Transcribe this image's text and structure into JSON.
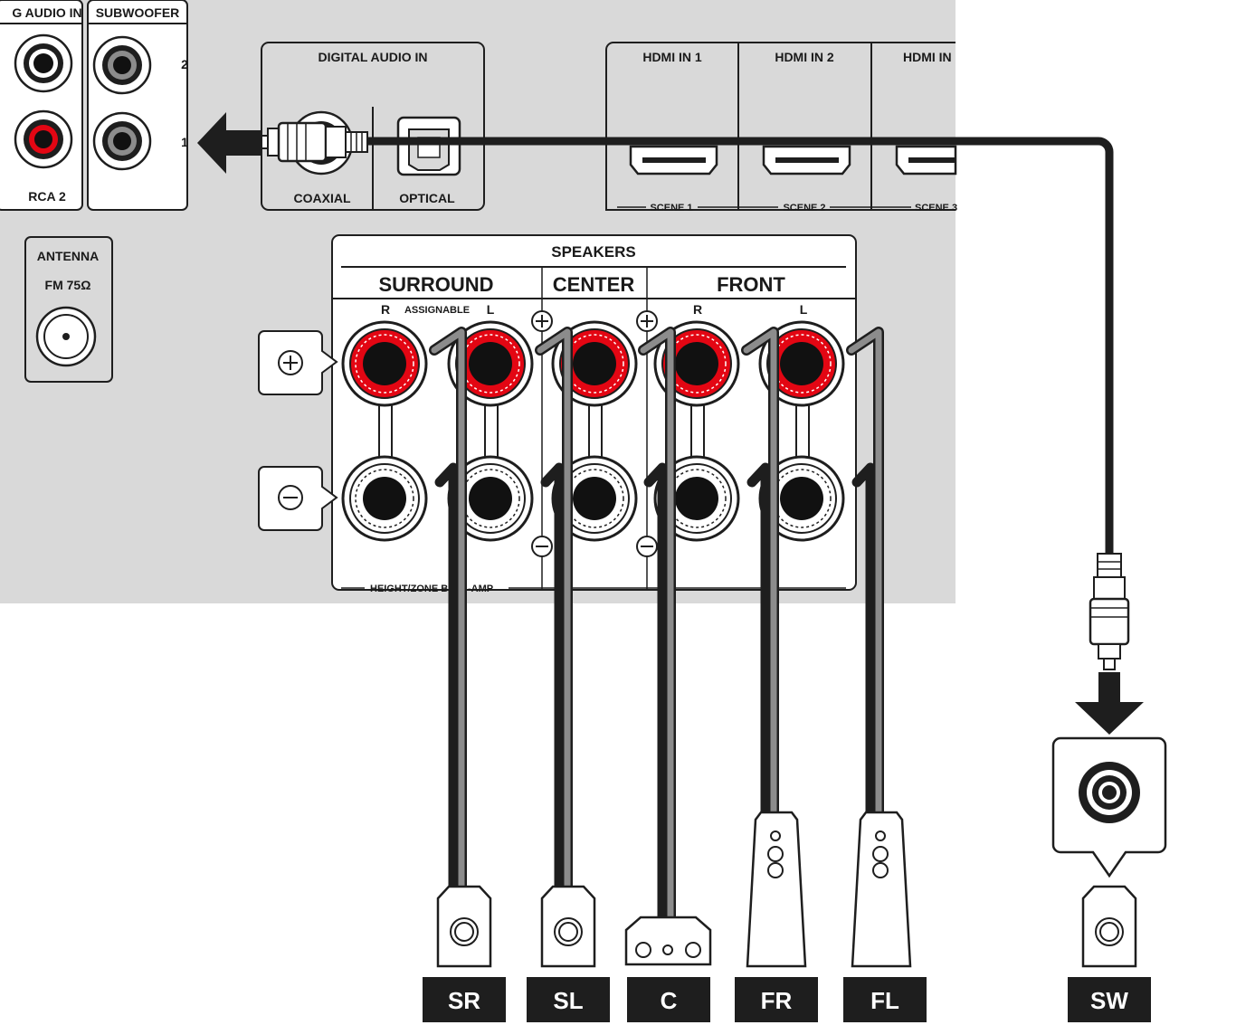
{
  "panel": {
    "analog_audio_in": "G AUDIO IN",
    "rca2": "RCA 2",
    "subwoofer": "SUBWOOFER",
    "sub_pre_2": "2",
    "sub_pre_1": "1",
    "digital_audio_in": "DIGITAL AUDIO IN",
    "coaxial": "COAXIAL",
    "optical": "OPTICAL",
    "hdmi_in_1": "HDMI IN 1",
    "hdmi_in_2": "HDMI IN 2",
    "hdmi_in_3": "HDMI IN",
    "scene_1": "SCENE 1",
    "scene_2": "SCENE 2",
    "scene_3": "SCENE 3",
    "antenna": "ANTENNA",
    "fm": "FM  75Ω"
  },
  "speakers_block": {
    "title": "SPEAKERS",
    "surround": "SURROUND",
    "center": "CENTER",
    "front": "FRONT",
    "r1": "R",
    "assignable": "ASSIGNABLE",
    "l1": "L",
    "r2": "R",
    "l2": "L",
    "footer": "HEIGHT/ZONE B",
    "footer_tail": "-AMP"
  },
  "tags": {
    "sr": "SR",
    "sl": "SL",
    "c": "C",
    "fr": "FR",
    "fl": "FL",
    "sw": "SW"
  },
  "colors": {
    "panel": "#d9d9d9",
    "positive": "#e30613",
    "cable_black": "#1e1e1e",
    "cable_grey": "#8c8c8c",
    "tag_bg": "#1e1e1e"
  }
}
